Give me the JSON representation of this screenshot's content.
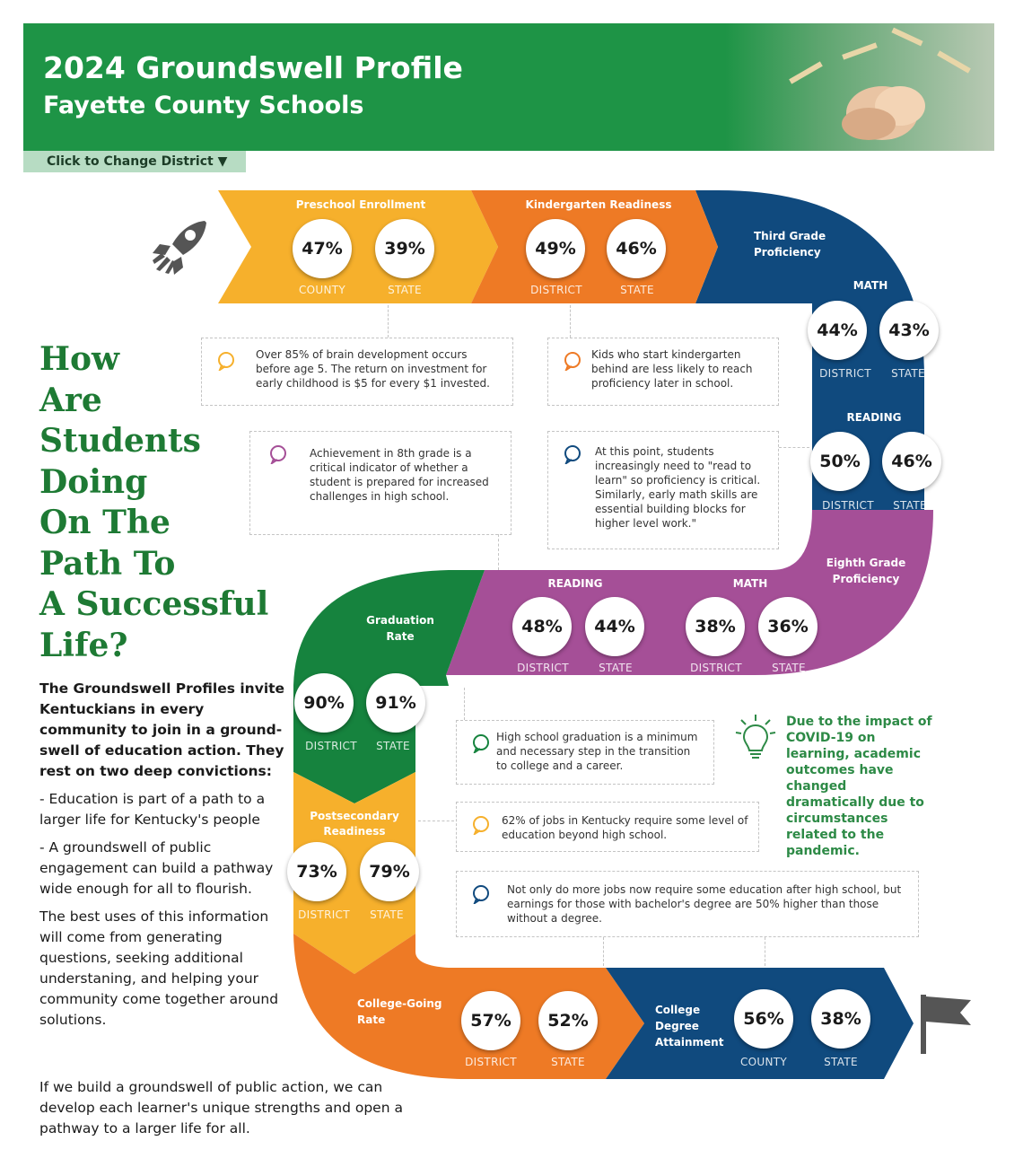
{
  "header": {
    "title": "2024 Groundswell Profile",
    "subtitle": "Fayette County Schools",
    "change_district": "Click to Change District ▼"
  },
  "colors": {
    "header_green": "#1e9446",
    "yellow": "#f6b02c",
    "orange": "#ee7a25",
    "navy": "#104a7e",
    "purple": "#a54f97",
    "green": "#16833e"
  },
  "stages": {
    "preschool": {
      "label": "Preschool Enrollment",
      "a_val": "47%",
      "a_lbl": "COUNTY",
      "b_val": "39%",
      "b_lbl": "STATE"
    },
    "kindergarten": {
      "label": "Kindergarten Readiness",
      "a_val": "49%",
      "a_lbl": "DISTRICT",
      "b_val": "46%",
      "b_lbl": "STATE"
    },
    "third_grade": {
      "label_1": "Third Grade",
      "label_2": "Proficiency",
      "math_label": "MATH",
      "math_a": "44%",
      "math_a_lbl": "DISTRICT",
      "math_b": "43%",
      "math_b_lbl": "STATE",
      "reading_label": "READING",
      "reading_a": "50%",
      "reading_a_lbl": "DISTRICT",
      "reading_b": "46%",
      "reading_b_lbl": "STATE"
    },
    "eighth_grade": {
      "label_1": "Eighth Grade",
      "label_2": "Proficiency",
      "reading_label": "READING",
      "reading_a": "48%",
      "reading_a_lbl": "DISTRICT",
      "reading_b": "44%",
      "reading_b_lbl": "STATE",
      "math_label": "MATH",
      "math_a": "38%",
      "math_a_lbl": "DISTRICT",
      "math_b": "36%",
      "math_b_lbl": "STATE"
    },
    "graduation": {
      "label_1": "Graduation",
      "label_2": "Rate",
      "a_val": "90%",
      "a_lbl": "DISTRICT",
      "b_val": "91%",
      "b_lbl": "STATE"
    },
    "postsecondary": {
      "label_1": "Postsecondary",
      "label_2": "Readiness",
      "a_val": "73%",
      "a_lbl": "DISTRICT",
      "b_val": "79%",
      "b_lbl": "STATE"
    },
    "college_going": {
      "label_1": "College-Going",
      "label_2": "Rate",
      "a_val": "57%",
      "a_lbl": "DISTRICT",
      "b_val": "52%",
      "b_lbl": "STATE"
    },
    "college_degree": {
      "label_1": "College",
      "label_2": "Degree",
      "label_3": "Attainment",
      "a_val": "56%",
      "a_lbl": "COUNTY",
      "b_val": "38%",
      "b_lbl": "STATE"
    }
  },
  "notes": {
    "brain": "Over 85% of brain development occurs before age 5. The return on investment for early childhood is $5 for every $1 invested.",
    "kinder": "Kids who start kindergarten behind are less likely to reach proficiency later in school.",
    "eighth": "Achievement in 8th grade is a critical indicator of whether a student is prepared for increased challenges in high school.",
    "read_to_learn": "At this point, students increasingly need to \"read to learn\" so proficiency is critical. Similarly, early math skills are essential building blocks for higher level work.\"",
    "graduation": "High school graduation is a minimum and necessary step in the transition to college and a career.",
    "jobs": "62% of jobs in Kentucky require some level of education beyond high school.",
    "earnings": "Not only do more jobs now require some education after high school, but earnings for those with bachelor's degree are 50% higher than those without a degree."
  },
  "headline": {
    "l1": "How",
    "l2": "Are",
    "l3": "Students",
    "l4": "Doing",
    "l5": "On The",
    "l6": "Path To",
    "l7": "A Successful",
    "l8": "Life?"
  },
  "intro": {
    "p1": "The Groundswell Profiles invite Kentuckians in every community to join in a ground-swell of education action. They rest on two deep convictions:",
    "p2": "- Education is part of a path to a larger life for Kentucky's people",
    "p3": "- A groundswell of public engagement can build a pathway wide enough for all to flourish.",
    "p4": "The best uses of this information will come from generating questions, seeking additional understaning, and helping your community come together around solutions.",
    "p5": "If we build a groundswell of public action, we can develop each learner's unique strengths and open a pathway to a larger life for all."
  },
  "covid_note": "Due to the impact of COVID-19 on learning, academic outcomes have changed dramatically due to circumstances related to the pandemic.",
  "icons": [
    "rocket-icon",
    "finish-flag-icon",
    "lightbulb-icon",
    "speech-bubble-icon"
  ]
}
